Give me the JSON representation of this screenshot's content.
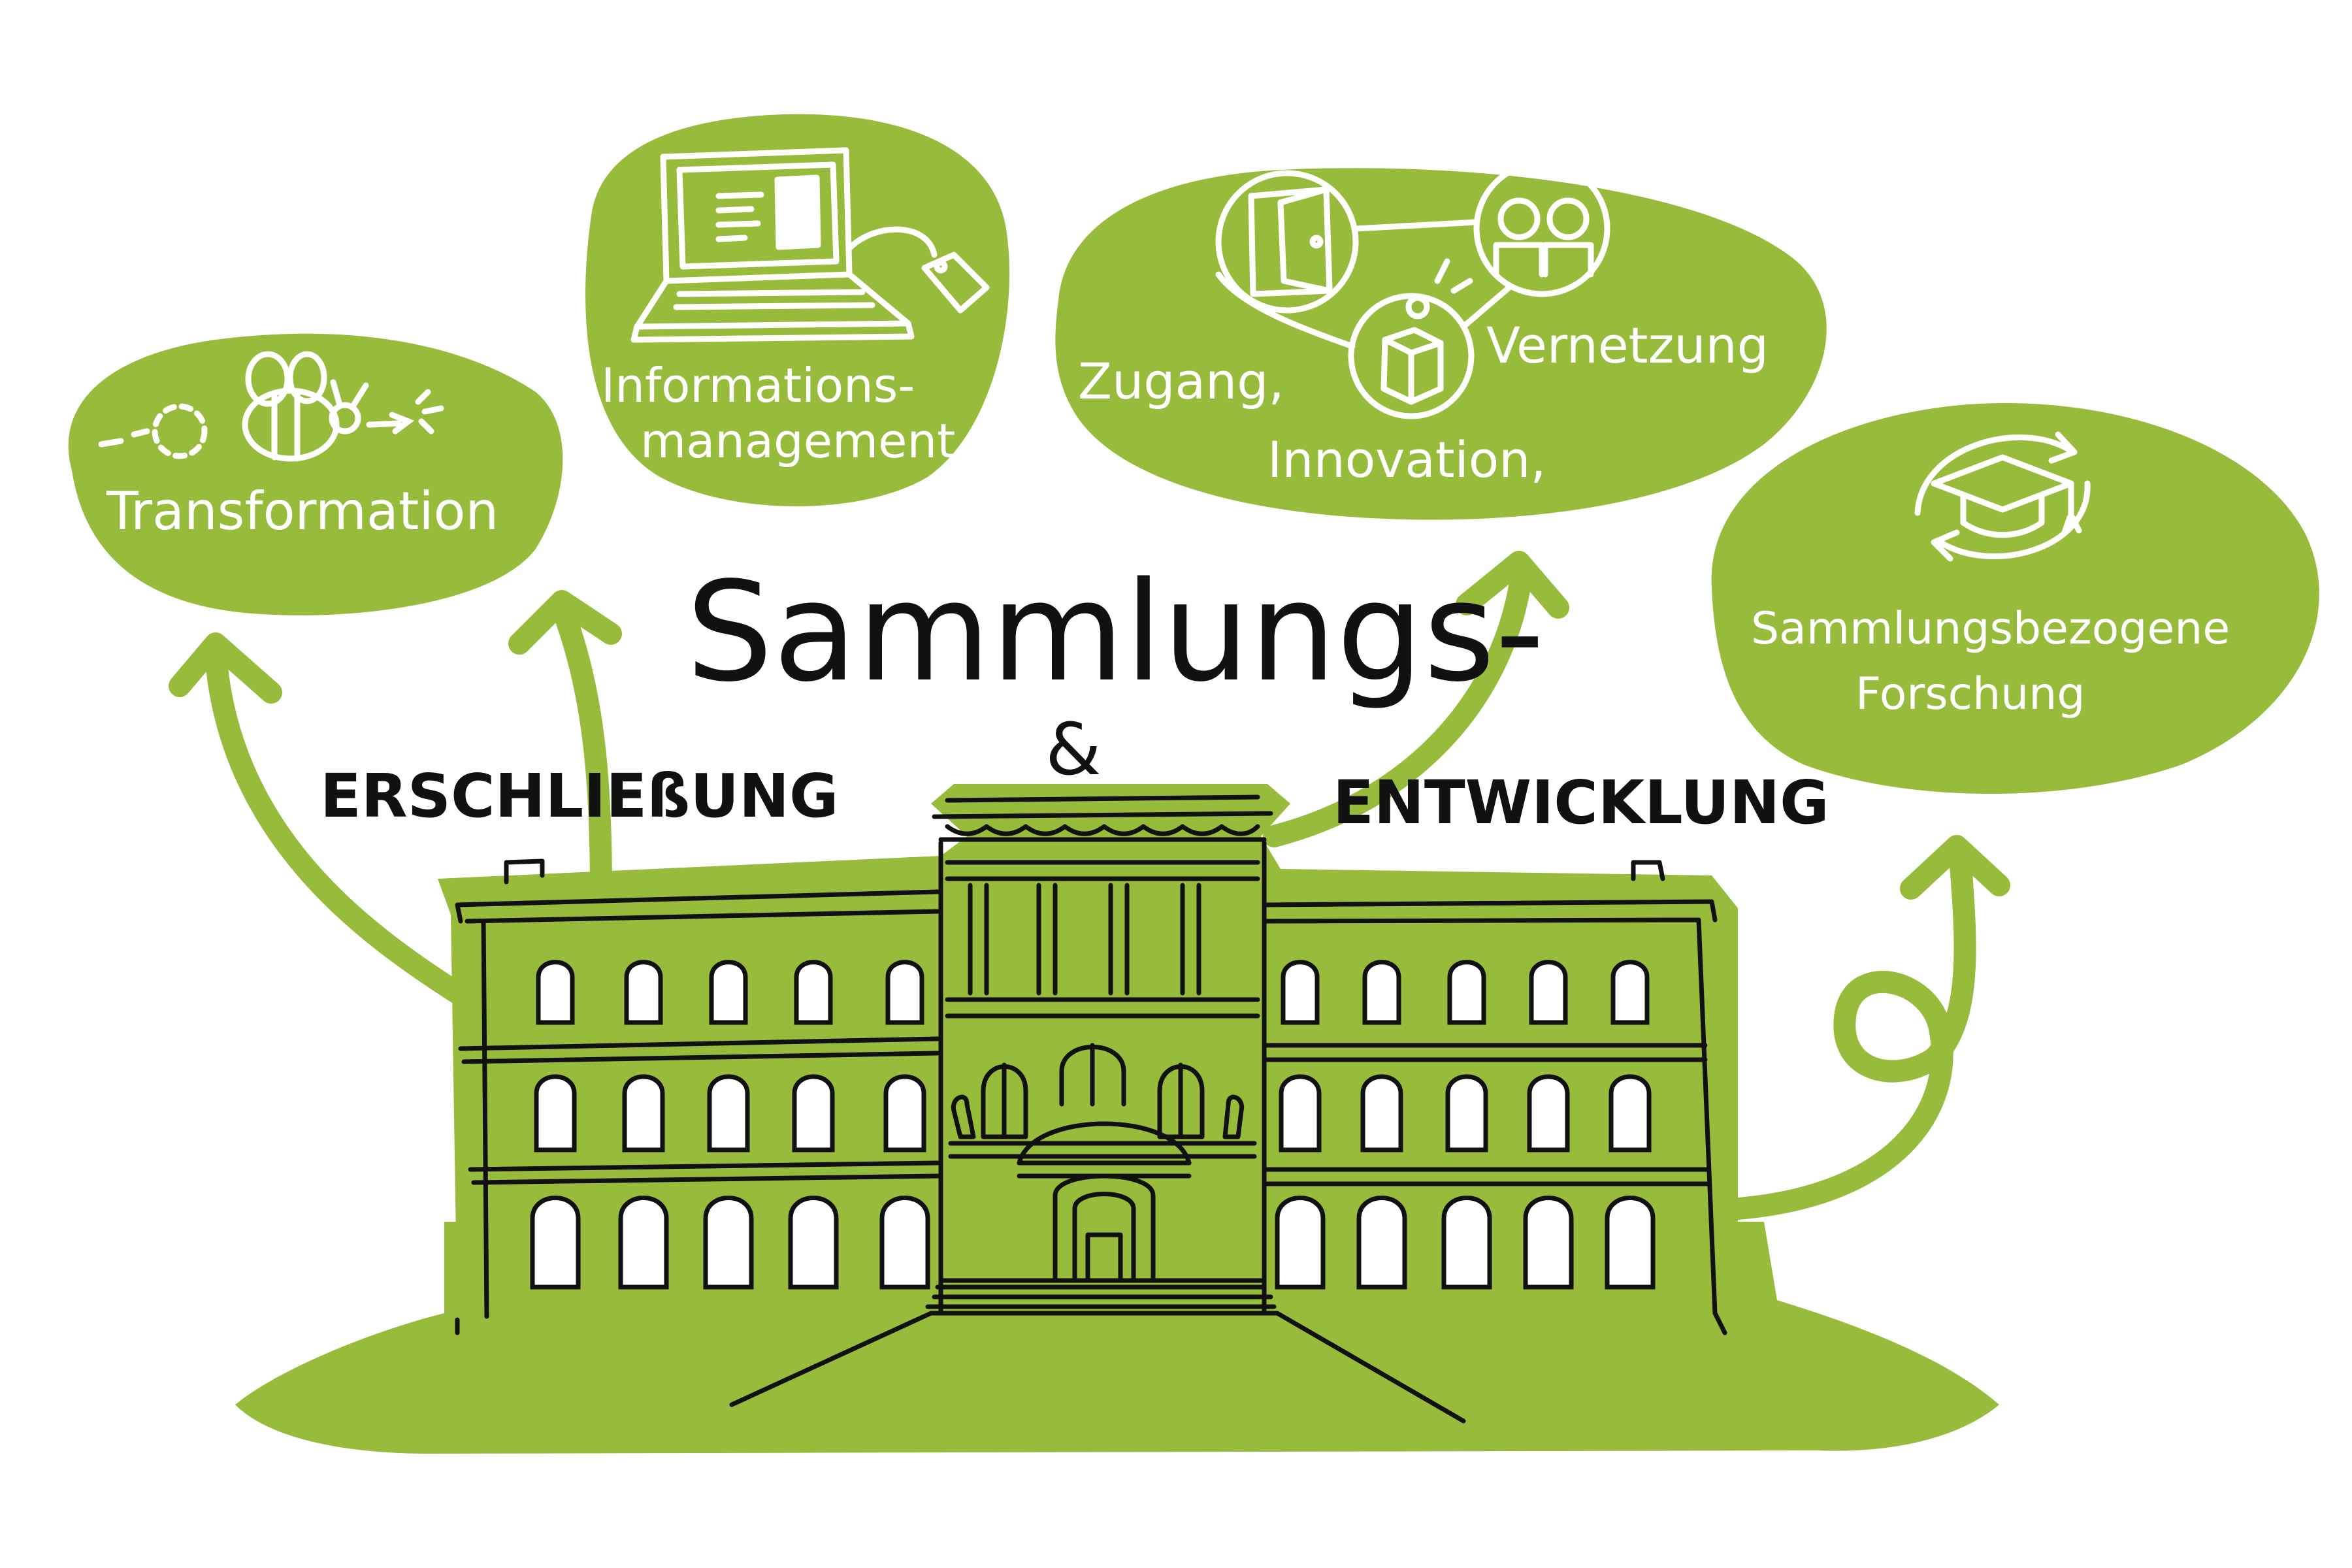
{
  "colors": {
    "accent": "#97bb3a",
    "ink": "#111111",
    "line": "#ffffff"
  },
  "title": {
    "main": "Sammlungs-",
    "ampersand": "&",
    "left": "ERSCHLIEßUNG",
    "right": "ENTWICKLUNG"
  },
  "bubbles": {
    "transformation": {
      "label": "Transformation",
      "icon": "bee-icon"
    },
    "informationsmanagement": {
      "line1": "Informations-",
      "line2": "management",
      "icon": "laptop-icon"
    },
    "vernetzung": {
      "word1": "Zugang,",
      "word2": "Innovation,",
      "word3": "Vernetzung",
      "icons": [
        "door-icon",
        "people-icon",
        "box-icon"
      ]
    },
    "forschung": {
      "line1": "Sammlungsbezogene",
      "line2": "Forschung",
      "icon": "graduation-cap-icon"
    }
  },
  "building": {
    "icon": "museum-building-icon"
  }
}
